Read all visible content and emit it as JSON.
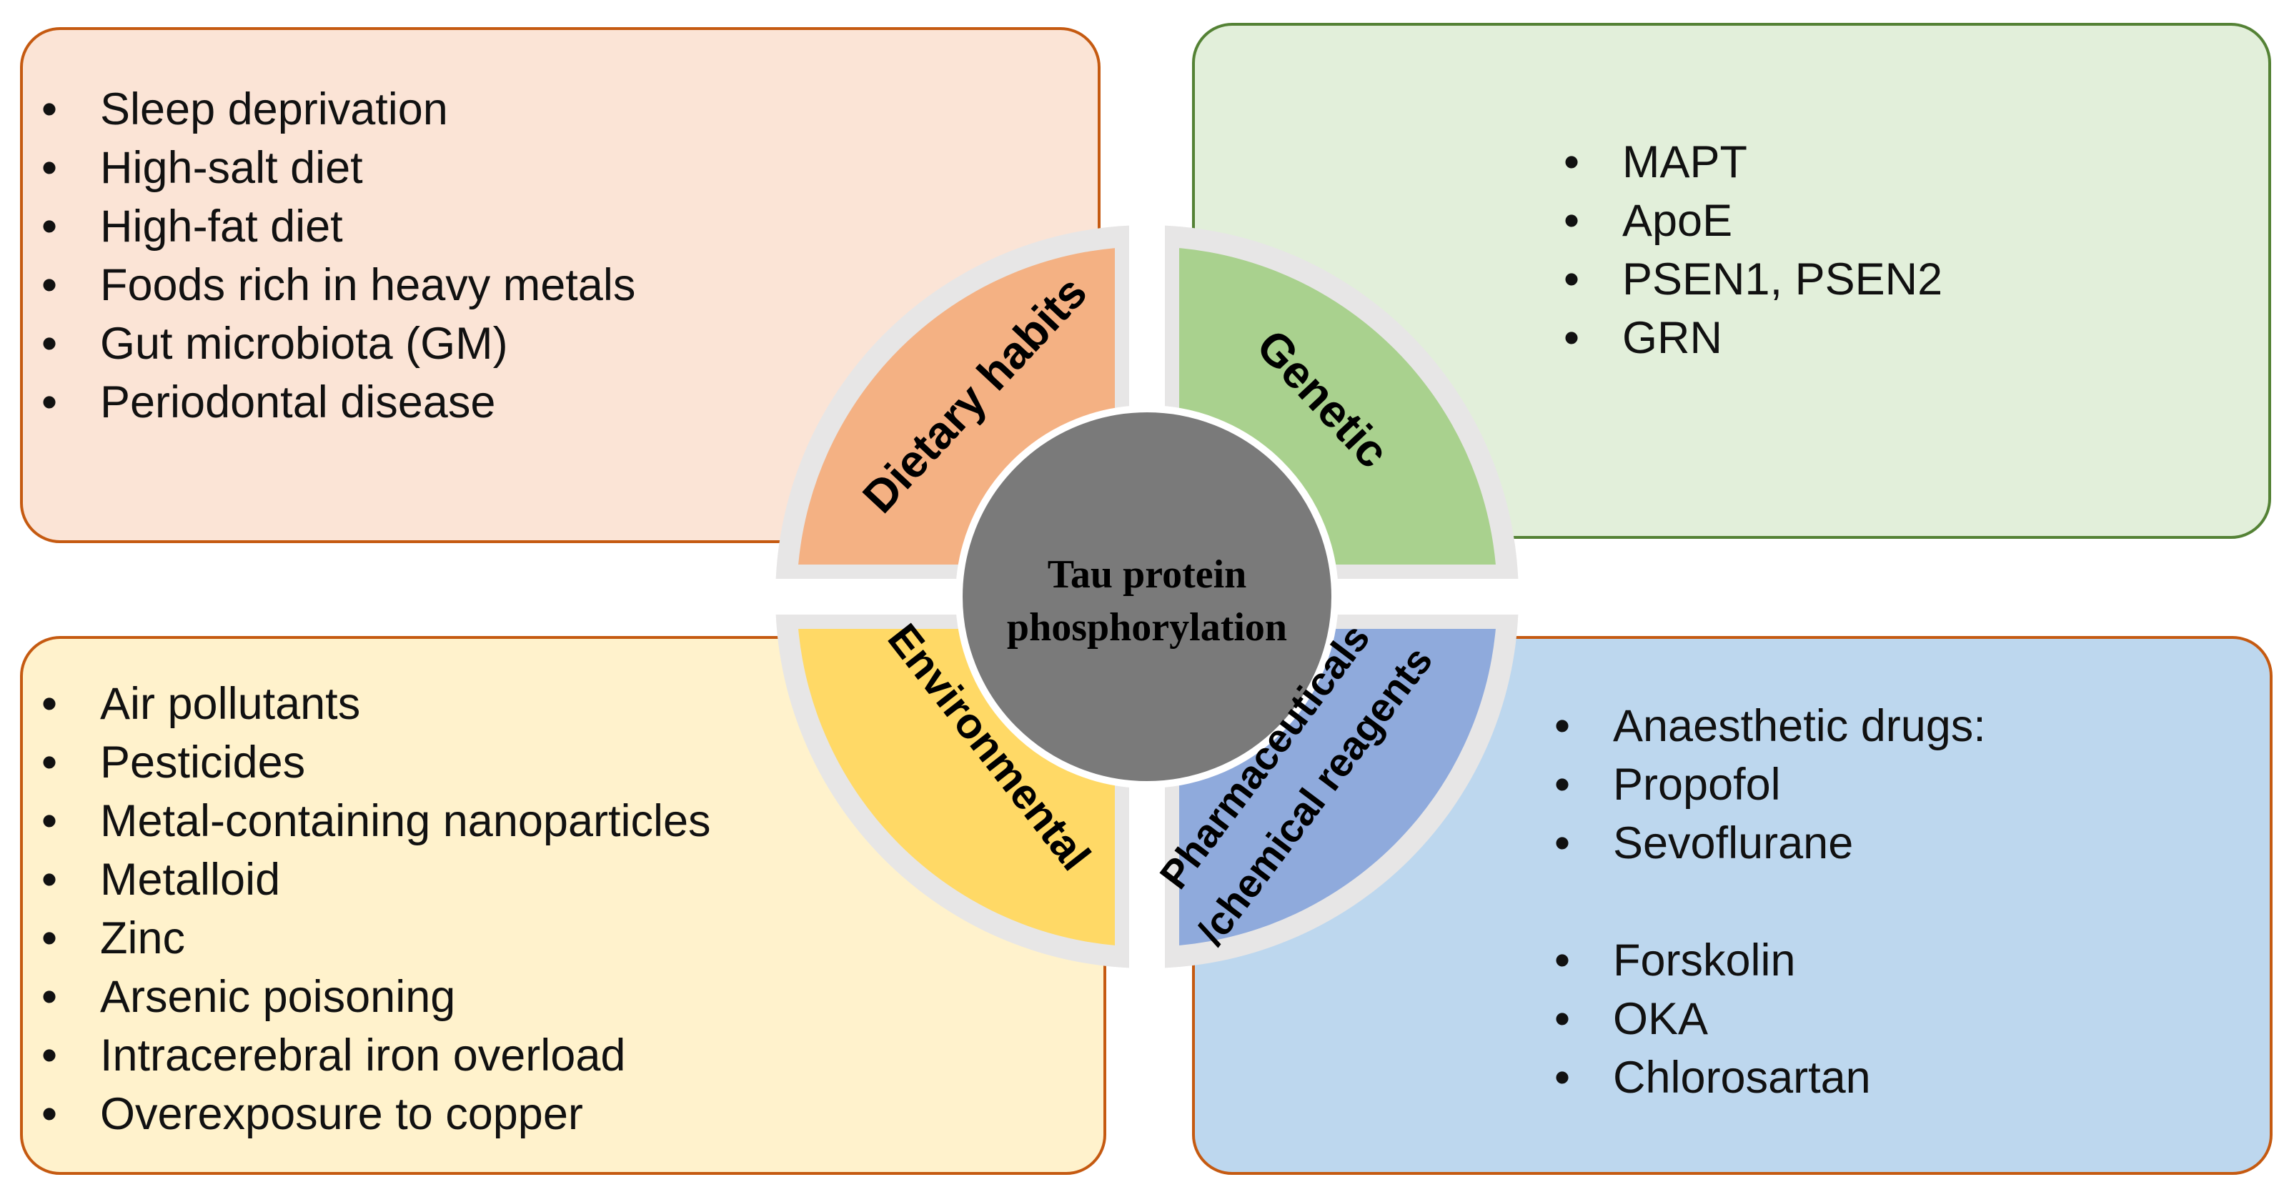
{
  "center": {
    "line1": "Tau protein",
    "line2": "phosphorylation",
    "fill": "#7a7a7a"
  },
  "quadrants": {
    "dietary": {
      "label": "Dietary habits",
      "fill": "#f4b183",
      "box_fill": "#fbe4d6",
      "border": "#c55a11"
    },
    "genetic": {
      "label": "Genetic",
      "fill": "#a9d18e",
      "box_fill": "#e2efda",
      "border": "#548235"
    },
    "environmental": {
      "label": "Environmental",
      "fill": "#ffd966",
      "box_fill": "#fff2cc",
      "border": "#c55a11"
    },
    "pharma": {
      "label_line1": "Pharmaceuticals",
      "label_line2": "/chemical reagents",
      "fill": "#8faadc",
      "box_fill": "#bdd7ee",
      "border": "#c55a11"
    }
  },
  "ring_color": "#e7e6e6",
  "lists": {
    "dietary": [
      "Sleep deprivation",
      "High-salt diet",
      "High-fat diet",
      "Foods rich in heavy metals",
      "Gut microbiota (GM)",
      "Periodontal disease"
    ],
    "genetic": [
      "MAPT",
      "ApoE",
      "PSEN1, PSEN2",
      "GRN"
    ],
    "environmental": [
      "Air pollutants",
      "Pesticides",
      "Metal-containing nanoparticles",
      "Metalloid",
      "Zinc",
      "Arsenic poisoning",
      "Intracerebral iron overload",
      "Overexposure to copper"
    ],
    "pharma": [
      "Anaesthetic drugs:",
      "Propofol",
      "Sevoflurane",
      "",
      "Forskolin",
      "OKA",
      "Chlorosartan"
    ]
  }
}
